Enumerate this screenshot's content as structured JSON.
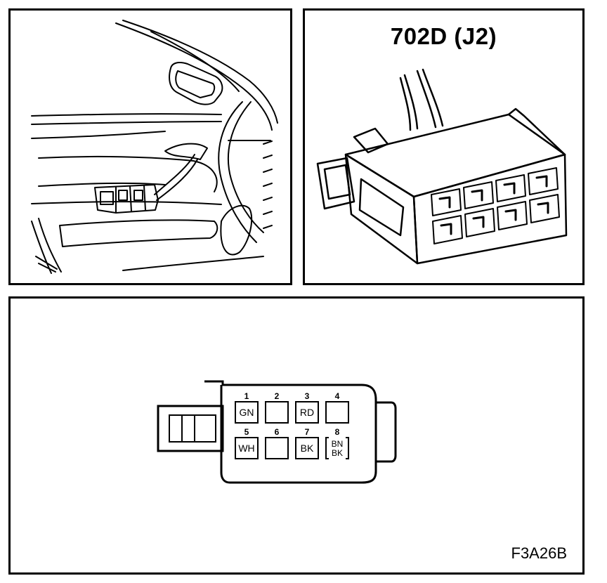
{
  "connector": {
    "title": "702D (J2)"
  },
  "pinout": {
    "pins": [
      {
        "number": "1",
        "color": "GN"
      },
      {
        "number": "2",
        "color": ""
      },
      {
        "number": "3",
        "color": "RD"
      },
      {
        "number": "4",
        "color": ""
      },
      {
        "number": "5",
        "color": "WH"
      },
      {
        "number": "6",
        "color": ""
      },
      {
        "number": "7",
        "color": "BK"
      },
      {
        "number": "8",
        "color": "BN",
        "color2": "BK"
      }
    ]
  },
  "figure": {
    "code": "F3A26B"
  }
}
